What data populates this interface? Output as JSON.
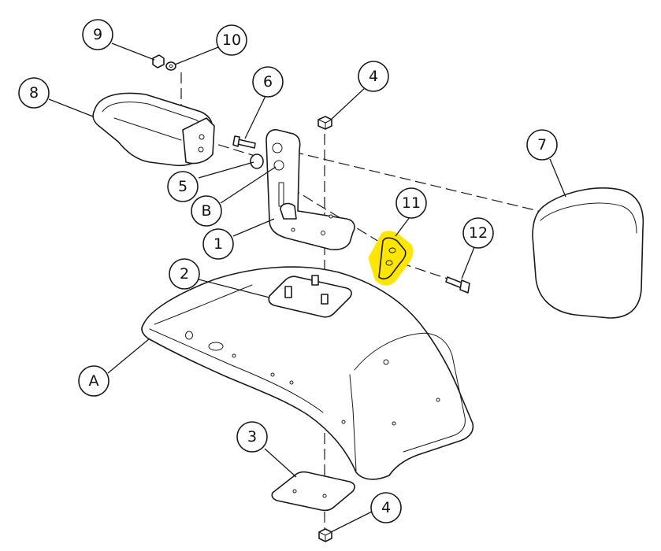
{
  "figure": {
    "highlight_color": "#ffe600",
    "line_color": "#1a1a1a",
    "background": "#ffffff",
    "highlighted_callout": "11"
  },
  "callouts": [
    {
      "id": "c1",
      "text": "1"
    },
    {
      "id": "c2",
      "text": "2"
    },
    {
      "id": "c3",
      "text": "3"
    },
    {
      "id": "c4a",
      "text": "4"
    },
    {
      "id": "c4b",
      "text": "4"
    },
    {
      "id": "c5",
      "text": "5"
    },
    {
      "id": "c6",
      "text": "6"
    },
    {
      "id": "c7",
      "text": "7"
    },
    {
      "id": "c8",
      "text": "8"
    },
    {
      "id": "c9",
      "text": "9"
    },
    {
      "id": "c10",
      "text": "10"
    },
    {
      "id": "c11",
      "text": "11"
    },
    {
      "id": "c12",
      "text": "12"
    },
    {
      "id": "cA",
      "text": "A"
    },
    {
      "id": "cB",
      "text": "B"
    }
  ]
}
